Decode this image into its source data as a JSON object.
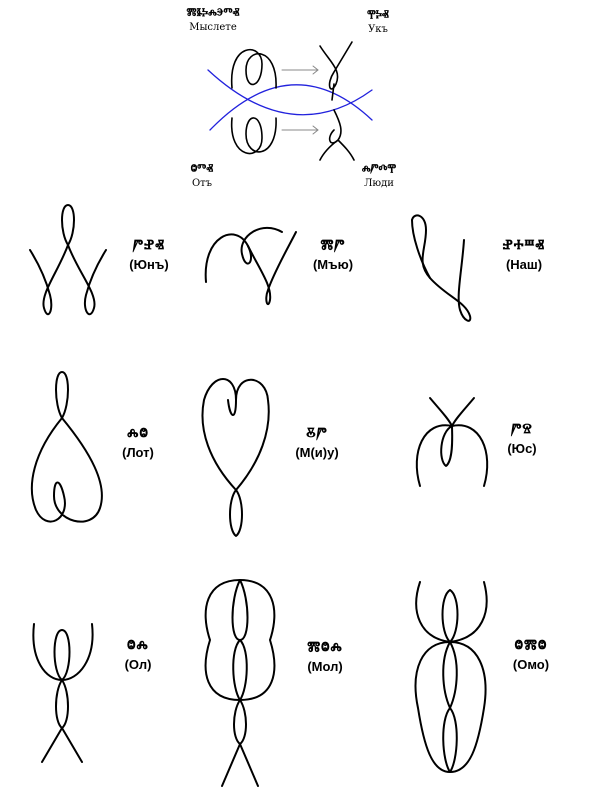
{
  "top": {
    "mislete": {
      "glyph": "ⰿⱛⰽⰾⰵⱅⱏ",
      "label": "Мыслете"
    },
    "uk": {
      "glyph": "ⰹⰽⱏ",
      "label": "Укъ"
    },
    "ot": {
      "glyph": "ⱉⱅⱏ",
      "label": "Отъ"
    },
    "lyudi": {
      "glyph": "ⰾⱓⰴⰹ",
      "label": "Люди"
    }
  },
  "figures": [
    {
      "glyph": "ⱓⱀⱏ",
      "label": "(Юнъ)"
    },
    {
      "glyph": "ⰿⱓ",
      "label": "(Мъю)"
    },
    {
      "glyph": "ⱀⰰⱎⱏ",
      "label": "(Наш)"
    },
    {
      "glyph": "ⰾⱉ",
      "label": "(Лот)"
    },
    {
      "glyph": "ⰻⱓ",
      "label": "(М(и)у)"
    },
    {
      "glyph": "ⱓⱄ",
      "label": "(Юс)"
    },
    {
      "glyph": "ⱉⰾ",
      "label": "(Ол)"
    },
    {
      "glyph": "ⰿⱉⰾ",
      "label": "(Мол)"
    },
    {
      "glyph": "ⱉⰿⱉ",
      "label": "(Омо)"
    }
  ],
  "colors": {
    "stroke": "#000000",
    "accent_arcs": "#2222dd",
    "arrow": "#888888"
  }
}
